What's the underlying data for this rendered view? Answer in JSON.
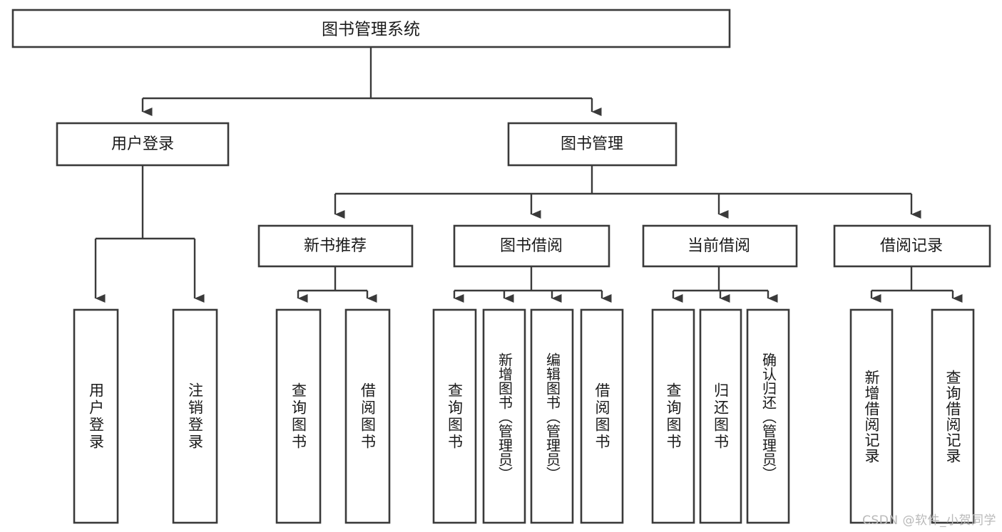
{
  "diagram": {
    "type": "tree-hierarchy",
    "title": "图书管理系统",
    "orientation": "top-down",
    "colors": {
      "box_stroke": "#3a3a3a",
      "box_fill": "#ffffff",
      "connector": "#3a3a3a",
      "text": "#1a1a1a",
      "watermark": "#b9b9b9",
      "background": "#ffffff"
    },
    "root": {
      "label": "图书管理系统"
    },
    "level2": [
      {
        "label": "用户登录"
      },
      {
        "label": "图书管理"
      }
    ],
    "level3": [
      {
        "label": "新书推荐"
      },
      {
        "label": "图书借阅"
      },
      {
        "label": "当前借阅"
      },
      {
        "label": "借阅记录"
      }
    ],
    "leaves": {
      "user_login": [
        {
          "label": "用户登录"
        },
        {
          "label": "注销登录"
        }
      ],
      "new_book_recommend": [
        {
          "label": "查询图书"
        },
        {
          "label": "借阅图书"
        }
      ],
      "book_borrow": [
        {
          "label": "查询图书"
        },
        {
          "label": "新增图书（管理员）"
        },
        {
          "label": "编辑图书（管理员）"
        },
        {
          "label": "借阅图书"
        }
      ],
      "current_borrow": [
        {
          "label": "查询图书"
        },
        {
          "label": "归还图书"
        },
        {
          "label": "确认归还（管理员）"
        }
      ],
      "borrow_record": [
        {
          "label": "新增借阅记录"
        },
        {
          "label": "查询借阅记录"
        }
      ]
    }
  },
  "watermark": {
    "text": "CSDN @软件_小贺同学"
  }
}
